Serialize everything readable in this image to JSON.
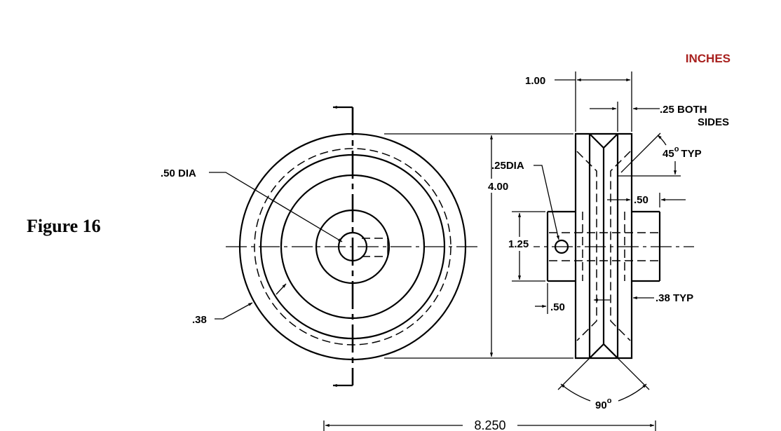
{
  "figure_caption": "Figure 16",
  "units_label": "INCHES",
  "colors": {
    "units": "#a8201e",
    "ink": "#000000"
  },
  "dimensions": {
    "hole_dia": ".50 DIA",
    "groove_radius": ".38",
    "small_hole_dia": ".25DIA",
    "pulley_dia": "4.00",
    "hub_dia": "1.25",
    "total_width": "8.250",
    "pulley_width": "1.00",
    "groove_offset_line1": ".25 BOTH",
    "groove_offset_line2": "SIDES",
    "chamfer_angle": "45",
    "chamfer_angle_suffix": "TYP",
    "hub_right": ".50",
    "hub_left": ".50",
    "rim_thickness": ".38 TYP",
    "groove_angle": "90"
  }
}
